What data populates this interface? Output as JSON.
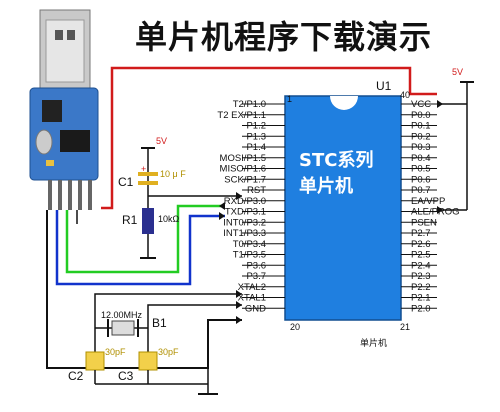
{
  "title": "单片机程序下载演示",
  "chip": {
    "ref": "U1",
    "line1": "STC系列",
    "line2": "单片机",
    "caption": "单片机",
    "pin1": "1",
    "pin40": "40",
    "pin20": "20",
    "pin21": "21",
    "left_pins": [
      "T2/P1.0",
      "T2 EX/P1.1",
      "P1.2",
      "P1.3",
      "P1.4",
      "MOSI/P1.5",
      "MISO/P1.6",
      "SCK/P1.7",
      "RST",
      "RXD/P3.0",
      "TXD/P3.1",
      "INT0/P3.2",
      "INT1/P3.3",
      "T0/P3.4",
      "T1/P3.5",
      "P3.6",
      "P3.7",
      "XTAL2",
      "XTAL1",
      "GND"
    ],
    "right_pins": [
      "VCC",
      "P0.0",
      "P0.1",
      "P0.2",
      "P0.3",
      "P0.4",
      "P0.5",
      "P0.6",
      "P0.7",
      "EA/VPP",
      "ALE/PROG",
      "PSEN",
      "P2.7",
      "P2.6",
      "P2.5",
      "P2.4",
      "P2.3",
      "P2.2",
      "P2.1",
      "P2.0"
    ]
  },
  "power": {
    "vcc_top_right": "5V",
    "vcc_cap": "5V"
  },
  "c1": {
    "name": "C1",
    "value": "10 μ F",
    "plus": "+"
  },
  "r1": {
    "name": "R1",
    "value": "10kΩ"
  },
  "crystal": {
    "name": "B1",
    "value": "12.00MHz"
  },
  "c2": {
    "name": "C2",
    "value": "30pF"
  },
  "c3": {
    "name": "C3",
    "value": "30pF"
  },
  "colors": {
    "red_wire": "#d11b1b",
    "green_wire": "#22cc22",
    "blue_wire": "#1133cc",
    "chip_fill": "#1f7fe0",
    "usb_blue": "#3b78c8",
    "resistor_fill": "#2a2f8f",
    "cap_yellow": "#f2d04a"
  }
}
